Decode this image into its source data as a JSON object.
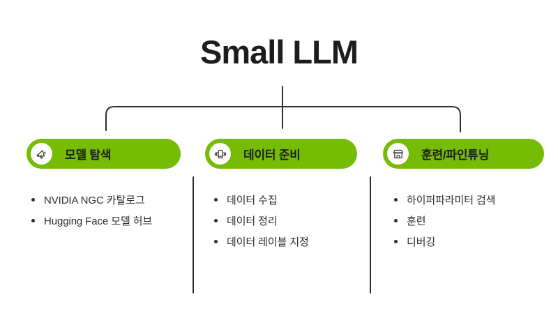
{
  "title": "Small LLM",
  "colors": {
    "accent_green": "#76bb04",
    "line": "#2f2f2f",
    "text_dark": "#1d1d1d",
    "text_body": "#2d2d2d",
    "badge_icon_bg": "#ffffff"
  },
  "branches": [
    {
      "label": "모델 탐색",
      "icon": "megaphone-icon",
      "items": [
        "NVIDIA NGC 카탈로그",
        "Hugging Face 모델 허브"
      ]
    },
    {
      "label": "데이터 준비",
      "icon": "vibrating-phone-icon",
      "items": [
        "데이터 수집",
        "데이터 정리",
        "데이터 레이블 지정"
      ]
    },
    {
      "label": "훈련/파인튜닝",
      "icon": "storefront-icon",
      "items": [
        "하이퍼파라미터 검색",
        "훈련",
        "디버깅"
      ]
    }
  ]
}
